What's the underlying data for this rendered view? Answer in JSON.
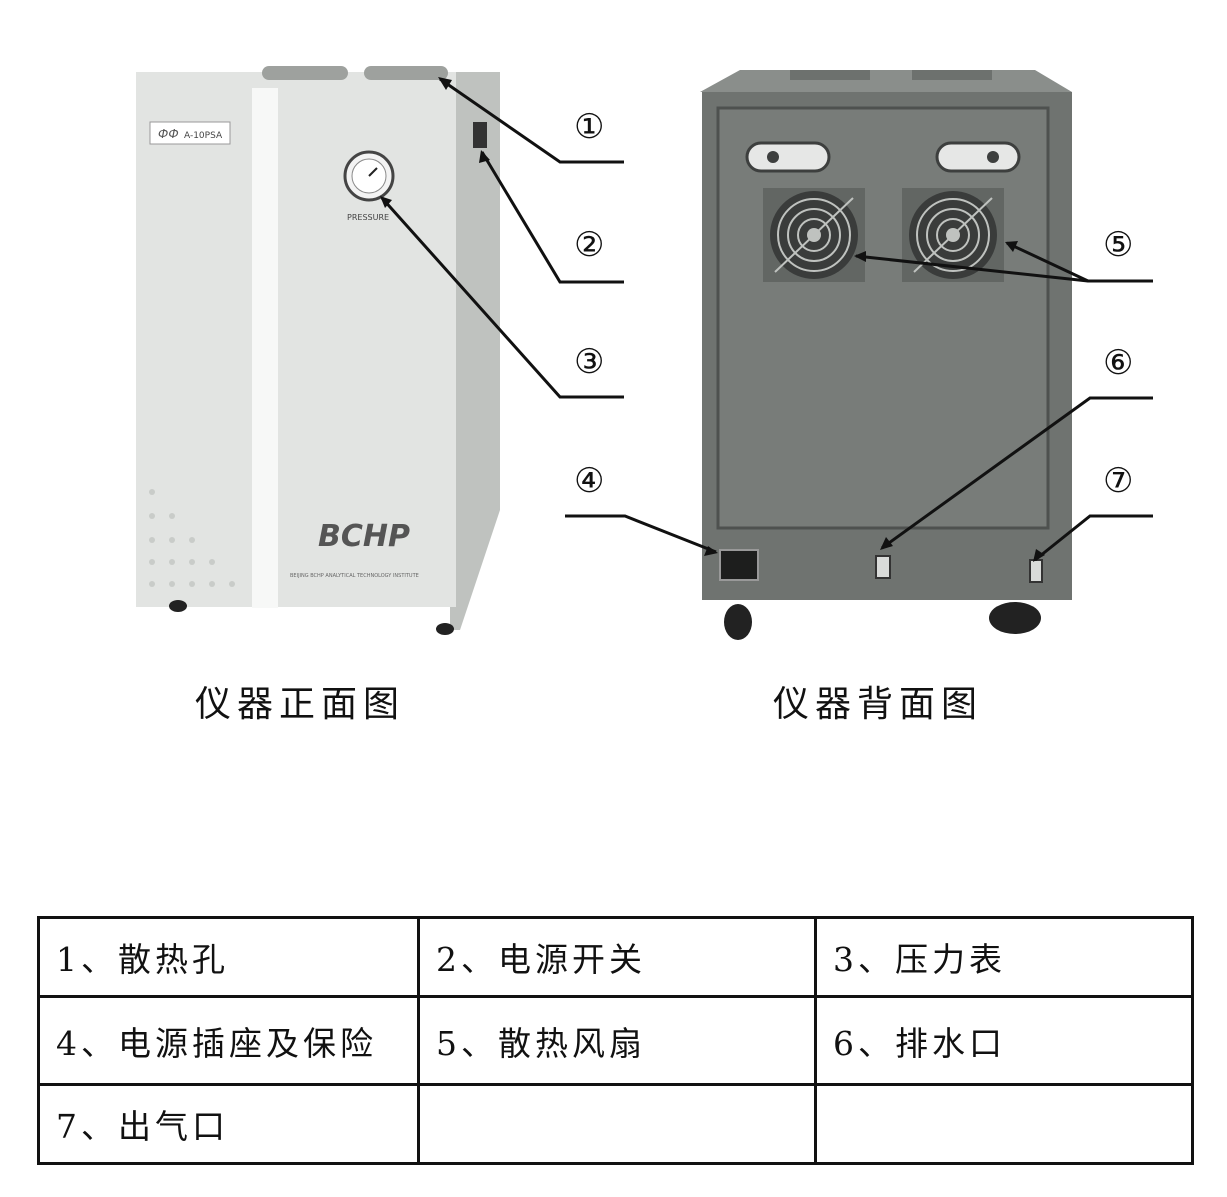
{
  "captions": {
    "front": "仪器正面图",
    "back": "仪器背面图"
  },
  "callouts": [
    "①",
    "②",
    "③",
    "④",
    "⑤",
    "⑥",
    "⑦"
  ],
  "device": {
    "model": "A-10PSA",
    "gauge_label": "PRESSURE",
    "brand": "BCHP",
    "institute": "BEIJING BCHP ANALYTICAL TECHNOLOGY INSTITUTE"
  },
  "legend": {
    "rows": [
      [
        "1、散热孔",
        "2、电源开关",
        "3、压力表"
      ],
      [
        "4、电源插座及保险",
        "5、散热风扇",
        "6、排水口"
      ],
      [
        "7、出气口",
        "",
        ""
      ]
    ]
  },
  "colors": {
    "front_body": "#e4e6e4",
    "front_panel": "#d8dad8",
    "back_body": "#6f7370",
    "line": "#111111"
  }
}
